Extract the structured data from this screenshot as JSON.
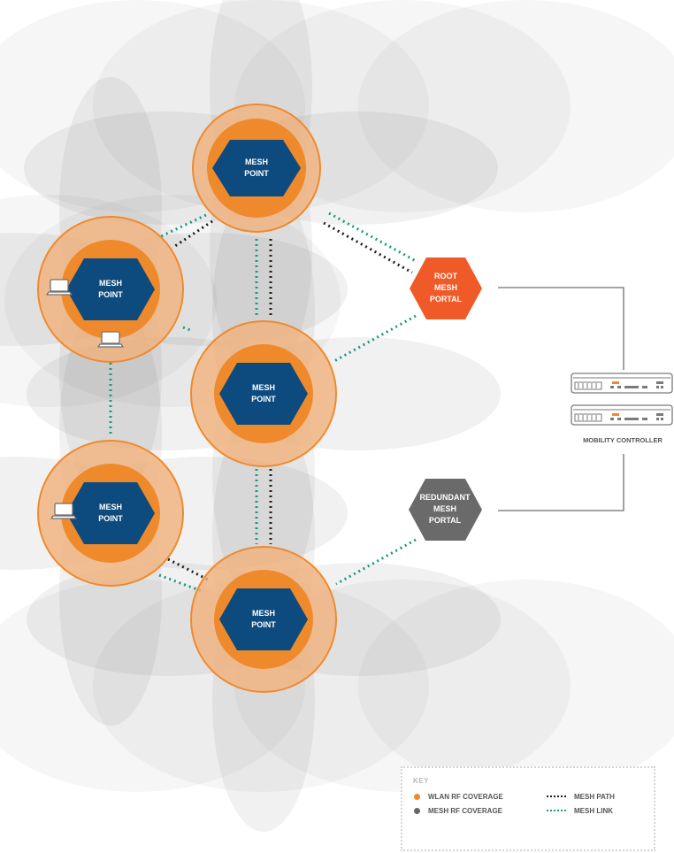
{
  "colors": {
    "wlan_coverage": "#ef8a2c",
    "wlan_coverage_ring": "#f1b27d",
    "mesh_coverage": "#676767",
    "mesh_point": "#0d4a7d",
    "root_portal": "#ef5a28",
    "redundant_portal": "#6a6a6a",
    "mesh_path": "#1f1f1f",
    "mesh_link": "#1a9a80"
  },
  "nodes": {
    "mesh_point_label": [
      "MESH",
      "POINT"
    ],
    "root_portal_label": [
      "ROOT",
      "MESH",
      "PORTAL"
    ],
    "redundant_portal_label": [
      "REDUNDANT",
      "MESH",
      "PORTAL"
    ]
  },
  "controller": {
    "label": "MOBILITY CONTROLLER",
    "icon": "controller-appliance-icon"
  },
  "clients": {
    "icon": "laptop-icon"
  },
  "key": {
    "title": "KEY",
    "wlan_rf_coverage": "WLAN RF COVERAGE",
    "mesh_rf_coverage": "MESH RF COVERAGE",
    "mesh_path": "MESH PATH",
    "mesh_link": "MESH LINK"
  }
}
